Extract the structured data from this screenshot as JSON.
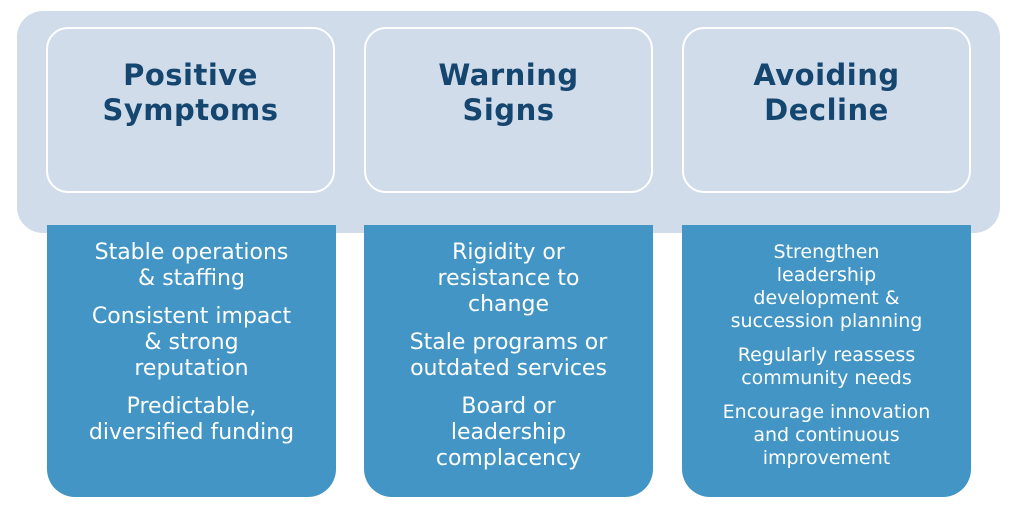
{
  "colors": {
    "page_bg": "#ffffff",
    "banner_bg": "#d0dcea",
    "header_box_border": "#ffffff",
    "header_text": "#15466f",
    "body_box_bg": "#4295c4",
    "body_text": "#ffffff"
  },
  "columns": [
    {
      "id": "positive-symptoms",
      "header_lines": [
        "Positive",
        "Symptoms"
      ],
      "items": [
        {
          "lines": [
            "Stable operations",
            "& staffing"
          ]
        },
        {
          "lines": [
            "Consistent impact",
            "& strong",
            "reputation"
          ]
        },
        {
          "lines": [
            "Predictable,",
            "diversified funding"
          ]
        }
      ]
    },
    {
      "id": "warning-signs",
      "header_lines": [
        "Warning",
        "Signs"
      ],
      "items": [
        {
          "lines": [
            "Rigidity or",
            "resistance to",
            "change"
          ]
        },
        {
          "lines": [
            "Stale programs or",
            "outdated services"
          ]
        },
        {
          "lines": [
            "Board or",
            "leadership",
            "complacency"
          ]
        }
      ]
    },
    {
      "id": "avoiding-decline",
      "header_lines": [
        "Avoiding",
        "Decline"
      ],
      "items": [
        {
          "lines": [
            "Strengthen",
            "leadership",
            "development &",
            "succession planning"
          ]
        },
        {
          "lines": [
            "Regularly reassess",
            "community needs"
          ]
        },
        {
          "lines": [
            "Encourage innovation",
            "and continuous",
            "improvement"
          ]
        }
      ]
    }
  ]
}
